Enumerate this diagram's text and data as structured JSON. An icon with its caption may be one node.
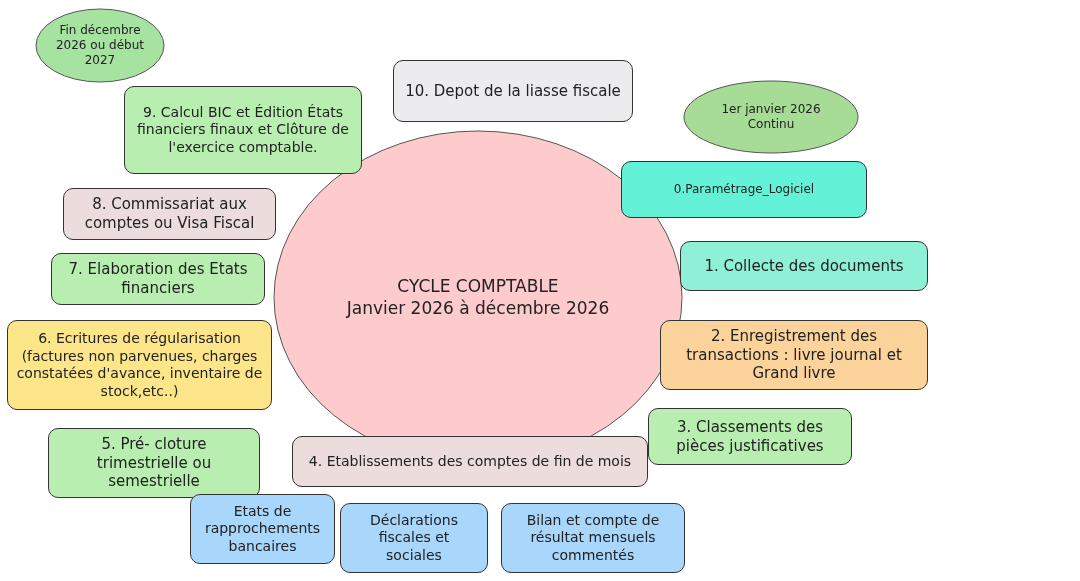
{
  "diagram": {
    "nodes": [
      {
        "text": [
          "Fin décembre 2026 ou début 2027"
        ]
      },
      {
        "text": [
          "10. Depot de la liasse fiscale"
        ]
      },
      {
        "text": [
          "9. Calcul BIC et Édition États financiers finaux et Clôture de l'exercice comptable."
        ]
      },
      {
        "text": [
          "1er janvier 2026",
          "Continu"
        ]
      },
      {
        "text": [
          "0.Paramétrage_Logiciel"
        ]
      },
      {
        "text": [
          "8. Commissariat aux comptes ou Visa Fiscal"
        ]
      },
      {
        "text": [
          "CYCLE COMPTABLE",
          "Janvier 2026 à décembre 2026"
        ]
      },
      {
        "text": [
          "7. Elaboration des Etats financiers"
        ]
      },
      {
        "text": [
          "1. Collecte des documents"
        ]
      },
      {
        "text": [
          "6. Ecritures de régularisation (factures non parvenues, charges constatées d'avance, inventaire de stock,etc..)"
        ]
      },
      {
        "text": [
          "2. Enregistrement des transactions : livre journal et Grand livre"
        ]
      },
      {
        "text": [
          "3. Classements des pièces justificatives"
        ]
      },
      {
        "text": [
          "5. Pré- cloture trimestrielle ou semestrielle"
        ]
      },
      {
        "text": [
          "4. Etablissements des comptes de fin de mois"
        ]
      },
      {
        "text": [
          "Etats de rapprochements bancaires"
        ]
      },
      {
        "text": [
          "Déclarations fiscales et sociales"
        ]
      },
      {
        "text": [
          "Bilan et compte de résultat mensuels commentés"
        ]
      }
    ]
  }
}
